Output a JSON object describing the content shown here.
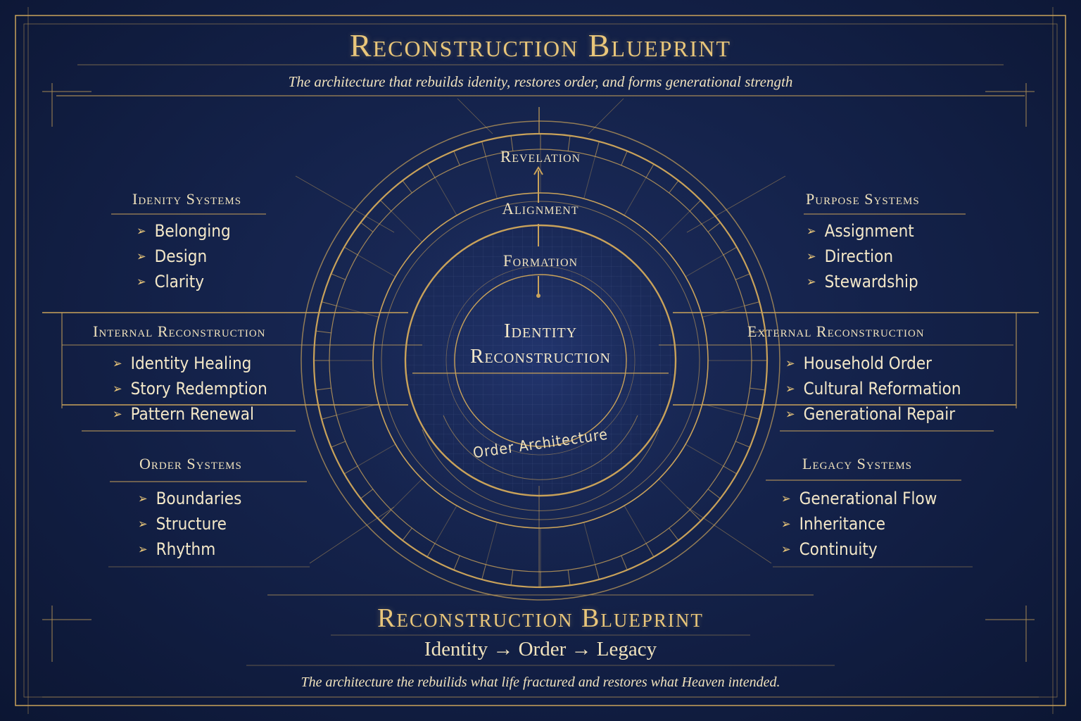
{
  "header": {
    "title": "Reconstruction Blueprint",
    "subtitle": "The architecture that rebuilds idenity, restores order, and forms generational strength"
  },
  "diagram": {
    "rings": {
      "outer": "Revelation",
      "middle": "Alignment",
      "inner": "Formation"
    },
    "center": {
      "line1": "Identity",
      "line2": "Reconstruction"
    },
    "arc_label": "Order Architecture"
  },
  "panels": {
    "identity": {
      "title": "Idenity Systems",
      "items": [
        "Belonging",
        "Design",
        "Clarity"
      ]
    },
    "purpose": {
      "title": "Purpose Systems",
      "items": [
        "Assignment",
        "Direction",
        "Stewardship"
      ]
    },
    "internal": {
      "title": "Internal Reconstruction",
      "items": [
        "Identity Healing",
        "Story Redemption",
        "Pattern Renewal"
      ]
    },
    "external": {
      "title": "External Reconstruction",
      "items": [
        "Household Order",
        "Cultural Reformation",
        "Generational Repair"
      ]
    },
    "order": {
      "title": "Order Systems",
      "items": [
        "Boundaries",
        "Structure",
        "Rhythm"
      ]
    },
    "legacy": {
      "title": "Legacy Systems",
      "items": [
        "Generational Flow",
        "Inheritance",
        "Continuity"
      ]
    }
  },
  "footer": {
    "title": "Reconstruction Blueprint",
    "flow": "Identity → Order → Legacy",
    "tagline": "The architecture the rebuilids what life fractured and restores what Heaven intended."
  },
  "colors": {
    "background": "#14224a",
    "gold": "#e9c67a",
    "line": "#c9a25a",
    "text": "#f1e3bd"
  },
  "icons": {
    "bullet": "chevron-right-icon",
    "arrow": "arrow-up-icon"
  }
}
